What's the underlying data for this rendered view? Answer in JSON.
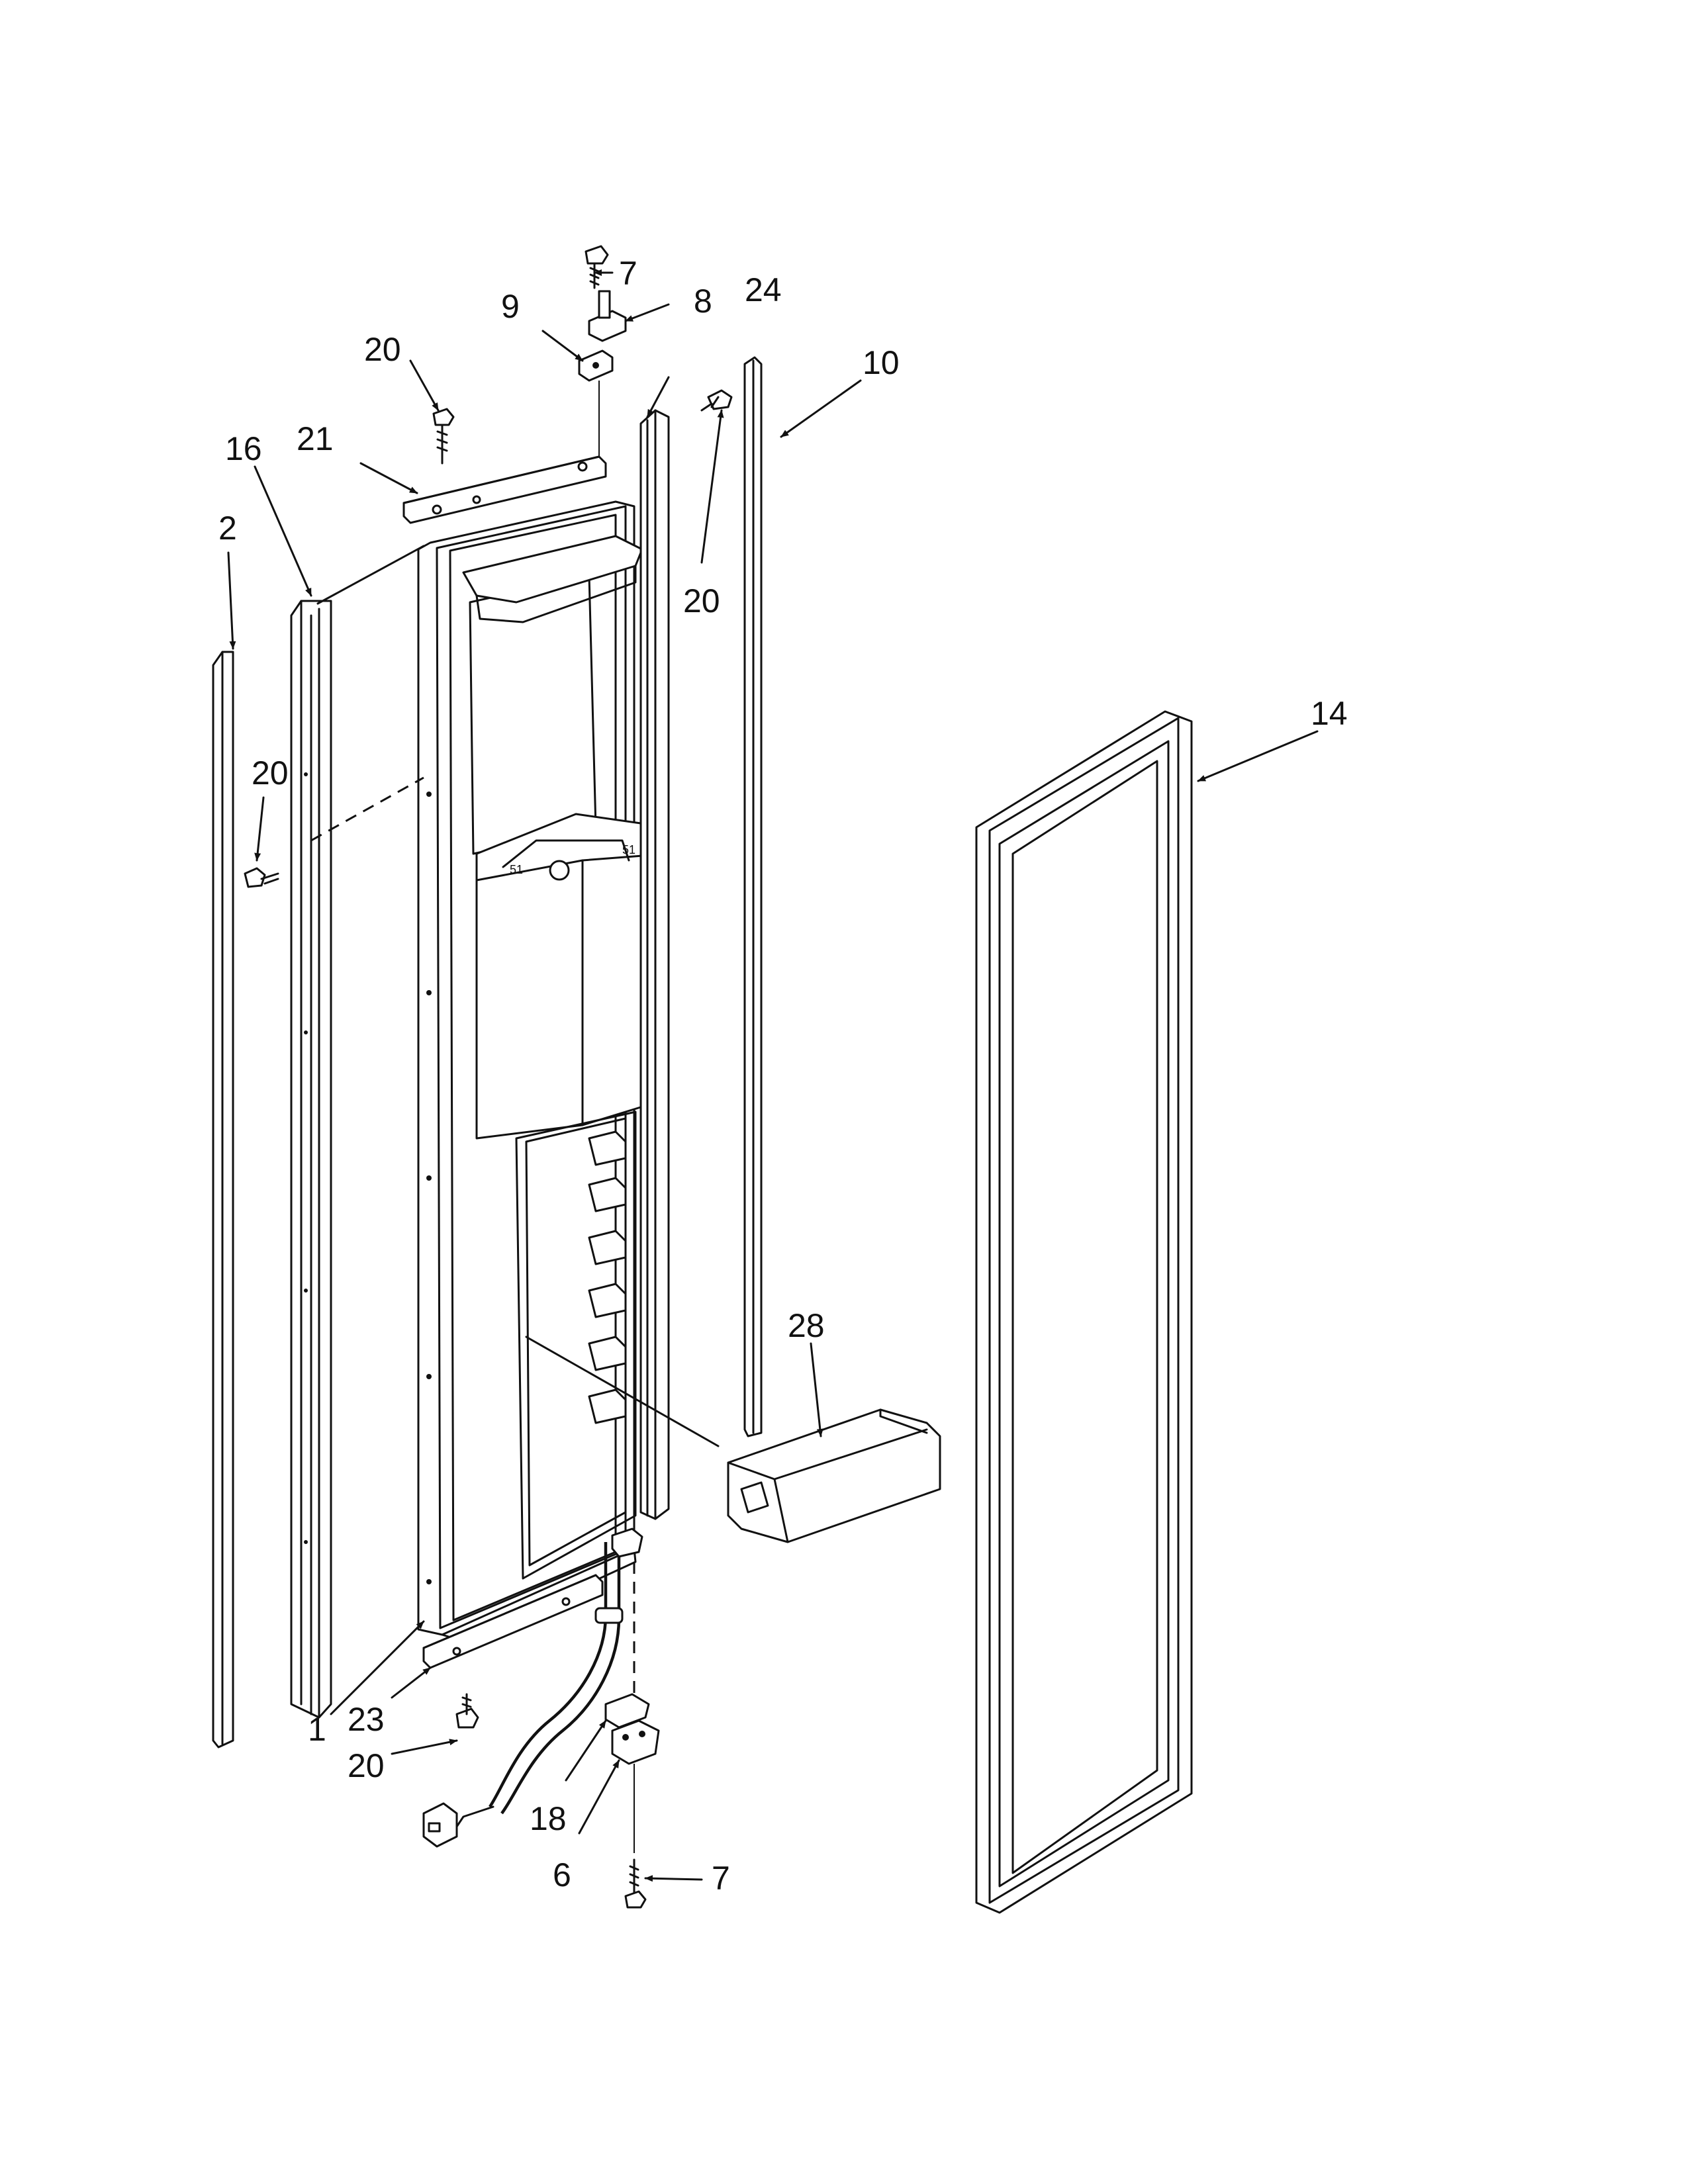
{
  "callouts": {
    "c1": "1",
    "c2": "2",
    "c6": "6",
    "c7_top": "7",
    "c7_bottom": "7",
    "c8": "8",
    "c9": "9",
    "c10": "10",
    "c14": "14",
    "c16": "16",
    "c18": "18",
    "c20_top": "20",
    "c20_right": "20",
    "c20_left": "20",
    "c20_bottom": "20",
    "c21": "21",
    "c23": "23",
    "c24": "24",
    "c28": "28"
  }
}
